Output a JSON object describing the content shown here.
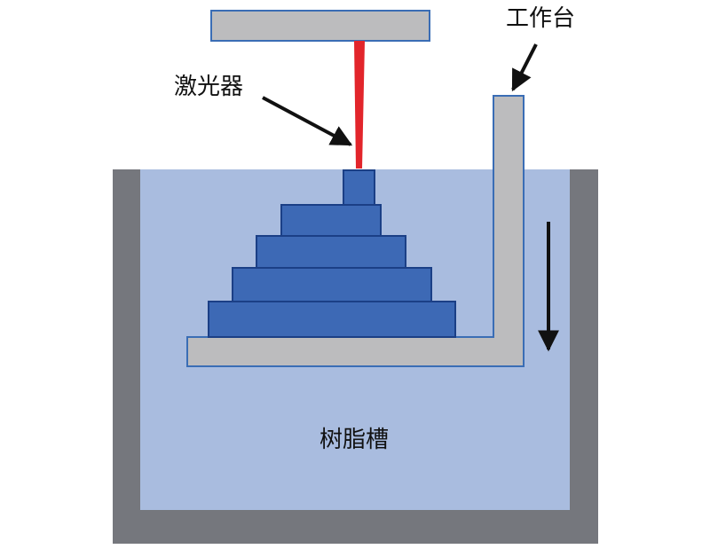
{
  "labels": {
    "laser": "激光器",
    "platform": "工作台",
    "tank": "树脂槽"
  },
  "colors": {
    "frame_gray": "#75777d",
    "resin": "#a9bcdf",
    "part_blue": "#3d69b5",
    "part_outline": "#1b3f86",
    "platform_gray": "#bcbcbe",
    "platform_outline": "#3a6db5",
    "laser_red": "#e2252b",
    "arrow": "#111111"
  }
}
